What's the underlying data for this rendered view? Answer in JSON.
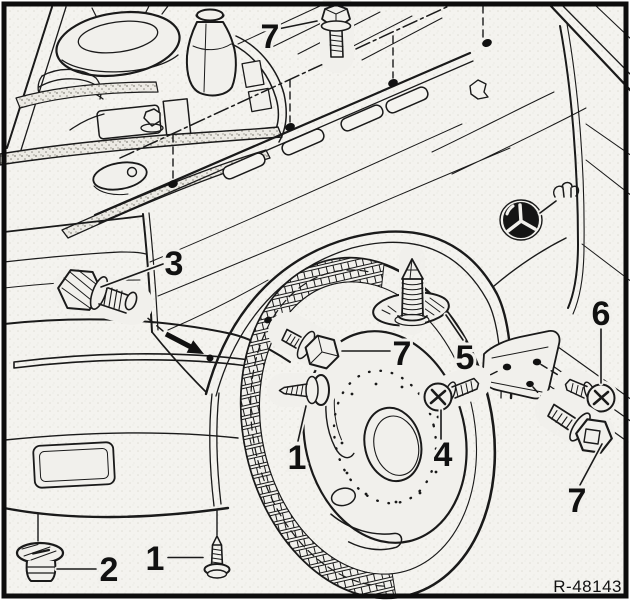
{
  "figure": {
    "ref_code": "R-48143",
    "subject": "front-fender-and-bumper-fastener-locations",
    "colors": {
      "ink": "#1a1a1a",
      "paper": "#f1f0ec"
    },
    "callouts": [
      {
        "id": "7-hood-rail",
        "label": "7",
        "part": "hex-flange-bolt"
      },
      {
        "id": "3-fender-front",
        "label": "3",
        "part": "large-hex-flange-bolt"
      },
      {
        "id": "7-wheel-arch",
        "label": "7",
        "part": "hex-flange-screw"
      },
      {
        "id": "5-strut-mount",
        "label": "5",
        "part": "expansion-rivet"
      },
      {
        "id": "1-wheel-arch",
        "label": "1",
        "part": "pan-head-screw"
      },
      {
        "id": "4-sill-front",
        "label": "4",
        "part": "phillips-pan-screw"
      },
      {
        "id": "6-sill-rear",
        "label": "6",
        "part": "phillips-pan-screw"
      },
      {
        "id": "7-sill-lower",
        "label": "7",
        "part": "hex-flange-screw"
      },
      {
        "id": "2-bumper",
        "label": "2",
        "part": "push-in-plug"
      },
      {
        "id": "1-bumper",
        "label": "1",
        "part": "pan-head-screw"
      }
    ]
  }
}
